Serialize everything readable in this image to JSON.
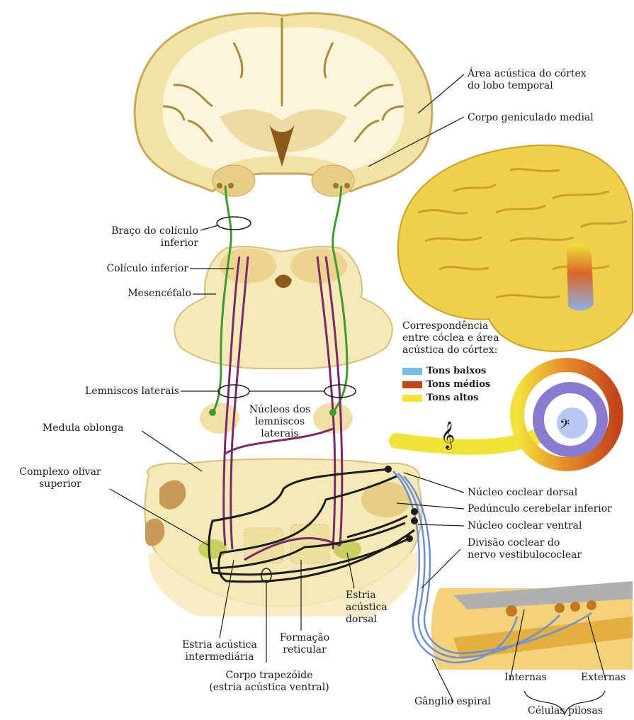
{
  "colors": {
    "tissue": "#f6e9b8",
    "tissue_edge": "#c9a95a",
    "white_matter": "#fbf5dc",
    "green_path": "#3e9c2c",
    "purple_path": "#7a2a6a",
    "black_path": "#1b1b1b",
    "blue_path": "#6d8fd6",
    "low_tone": "#6fbfe8",
    "mid_tone": "#c2451a",
    "high_tone": "#f2e33a"
  },
  "labels": {
    "area_acustica": [
      "Área acústica do córtex",
      "do lobo temporal"
    ],
    "corpo_geniculado": "Corpo geniculado medial",
    "braco_coliculo": [
      "Braço do colículo",
      "inferior"
    ],
    "coliculo_inferior": "Colículo inferior",
    "mesencefalo": "Mesencéfalo",
    "lemniscos_laterais": "Lemniscos laterais",
    "nucleos_lemniscos": [
      "Núcleos dos",
      "lemniscos",
      "laterais"
    ],
    "medula_oblonga": "Medula oblonga",
    "complexo_olivar": [
      "Complexo olivar",
      "superior"
    ],
    "nucleo_coclear_dorsal": "Núcleo coclear dorsal",
    "pedunculo": "Pedúnculo cerebelar inferior",
    "nucleo_coclear_ventral": "Núcleo coclear ventral",
    "divisao_coclear": [
      "Divisão coclear do",
      "nervo vestibulococlear"
    ],
    "estria_dorsal": [
      "Estria",
      "acústica",
      "dorsal"
    ],
    "estria_intermediaria": [
      "Estria acústica",
      "intermediária"
    ],
    "formacao_reticular": [
      "Formação",
      "reticular"
    ],
    "corpo_trapezoide": [
      "Corpo trapezóide",
      "(estria acústica ventral)"
    ],
    "ganglio_espiral": "Gânglio espiral",
    "internas": "Internas",
    "externas": "Externas",
    "celulas_pilosas": "Células pilosas"
  },
  "legend": {
    "title": [
      "Correspondência",
      "entre cóclea e área",
      "acústica do córtex:"
    ],
    "items": [
      {
        "label": "Tons baixos",
        "color": "#6fbfe8"
      },
      {
        "label": "Tons médios",
        "color": "#c2451a"
      },
      {
        "label": "Tons altos",
        "color": "#f2e33a"
      }
    ]
  },
  "icons": {
    "treble_clef": "𝄞",
    "bass_clef": "𝄢"
  }
}
